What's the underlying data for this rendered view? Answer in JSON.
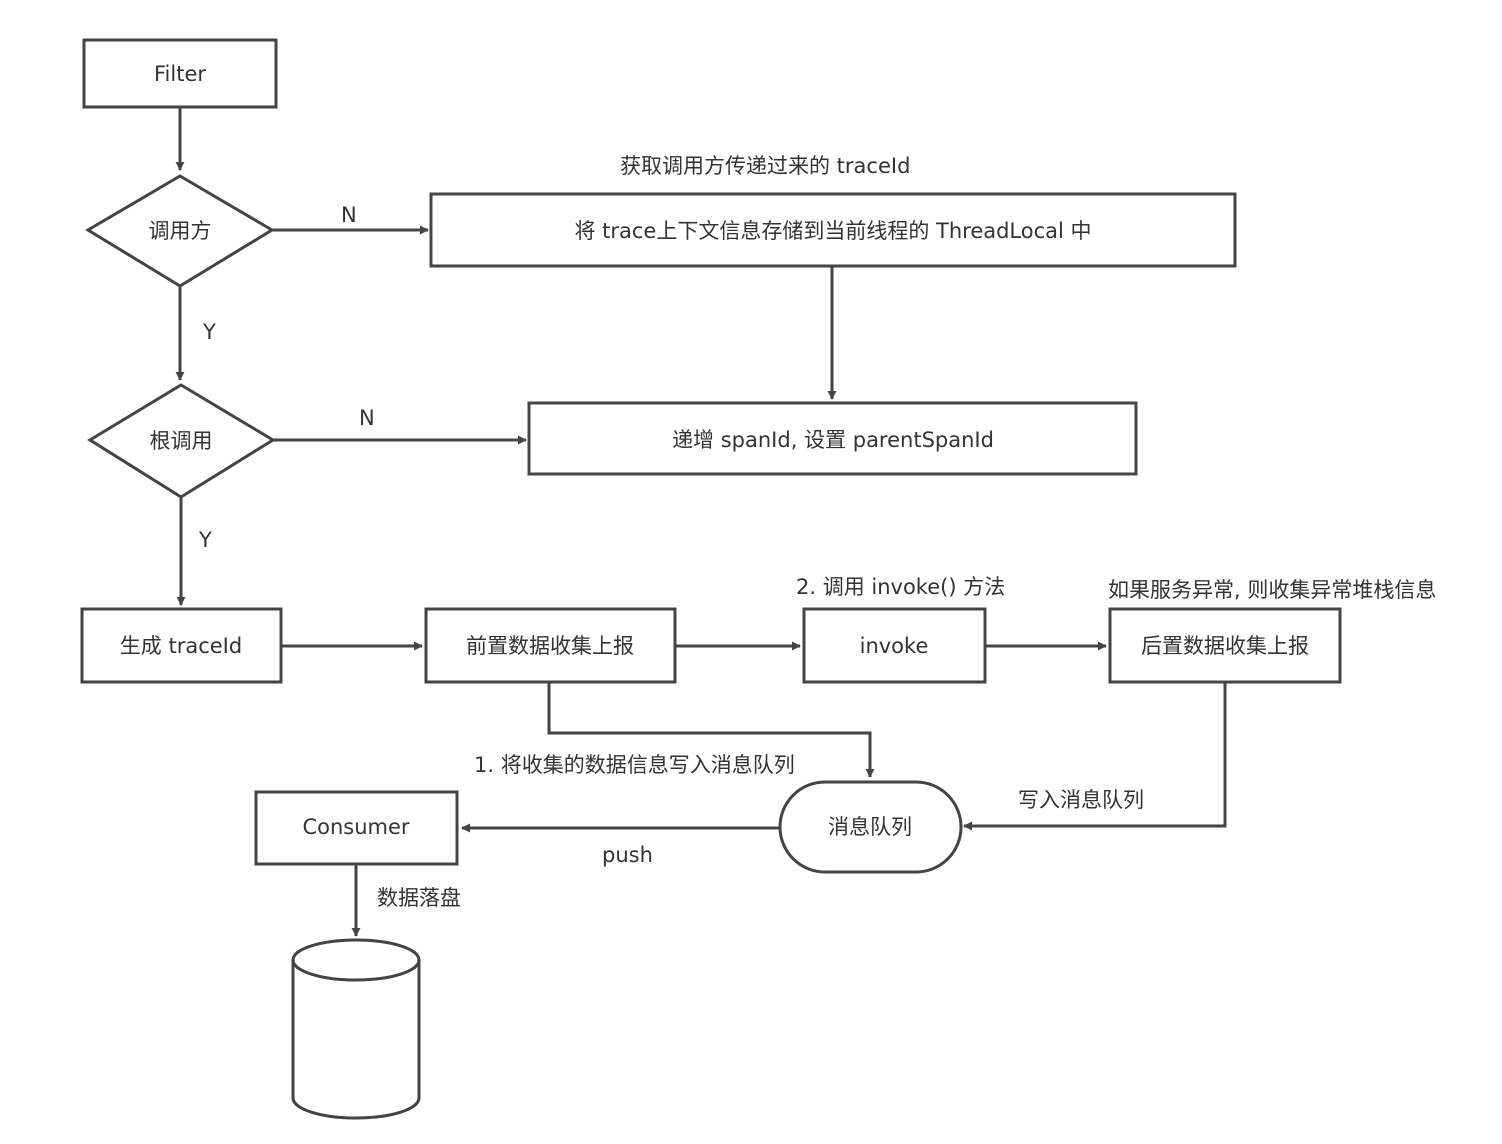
{
  "nodes": {
    "filter": "Filter",
    "caller_decision": "调用方",
    "store_context": "将 trace上下文信息存储到当前线程的 ThreadLocal 中",
    "root_decision": "根调用",
    "increment_span": "递增 spanId, 设置 parentSpanId",
    "generate_trace": "生成 traceId",
    "pre_report": "前置数据收集上报",
    "invoke": "invoke",
    "post_report": "后置数据收集上报",
    "message_queue": "消息队列",
    "consumer": "Consumer"
  },
  "annotations": {
    "get_trace_id": "获取调用方传递过来的 traceId",
    "invoke_method": "2. 调用 invoke() 方法",
    "on_exception": "如果服务异常, 则收集异常堆栈信息",
    "write_collected": "1. 将收集的数据信息写入消息队列",
    "write_queue": "写入消息队列",
    "push": "push",
    "persist": "数据落盘"
  },
  "edge_labels": {
    "caller_no": "N",
    "caller_yes": "Y",
    "root_no": "N",
    "root_yes": "Y"
  }
}
